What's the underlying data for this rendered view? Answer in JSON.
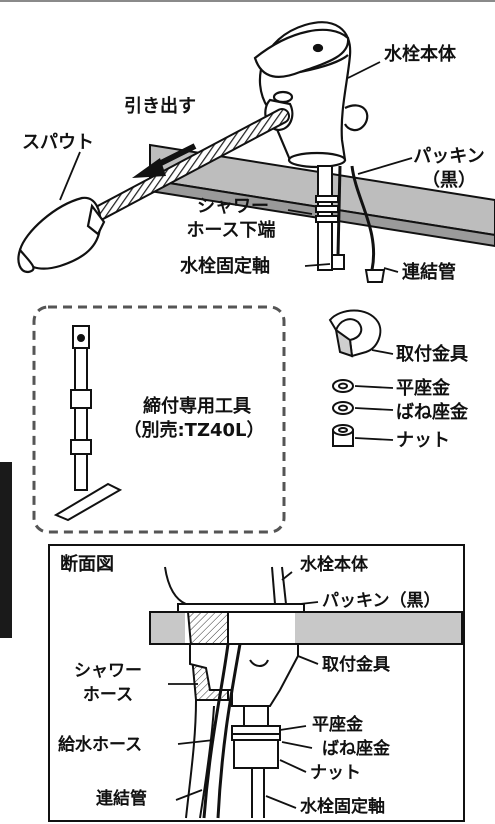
{
  "top": {
    "faucet_body": "水栓本体",
    "pull_out": "引き出す",
    "spout": "スパウト",
    "packing_line1": "パッキン",
    "packing_line2": "（黒）",
    "shower_hose_line1": "シャワー",
    "shower_hose_line2": "ホース下端",
    "fixing_shaft": "水栓固定軸",
    "connecting_pipe": "連結管"
  },
  "tool": {
    "name": "締付専用工具",
    "sold_separately": "（別売:TZ40L）"
  },
  "parts": {
    "mounting_bracket": "取付金具",
    "flat_washer": "平座金",
    "spring_washer": "ばね座金",
    "nut": "ナット"
  },
  "section": {
    "title": "断面図",
    "faucet_body": "水栓本体",
    "packing": "パッキン（黒）",
    "shower_hose_line1": "シャワー",
    "shower_hose_line2": "ホース",
    "mounting_bracket": "取付金具",
    "flat_washer": "平座金",
    "supply_hose": "給水ホース",
    "spring_washer": "ばね座金",
    "nut": "ナット",
    "connecting_pipe": "連結管",
    "fixing_shaft": "水栓固定軸"
  },
  "colors": {
    "line": "#111111",
    "counter": "#bfbfbf",
    "tab": "#1a1a1a"
  }
}
